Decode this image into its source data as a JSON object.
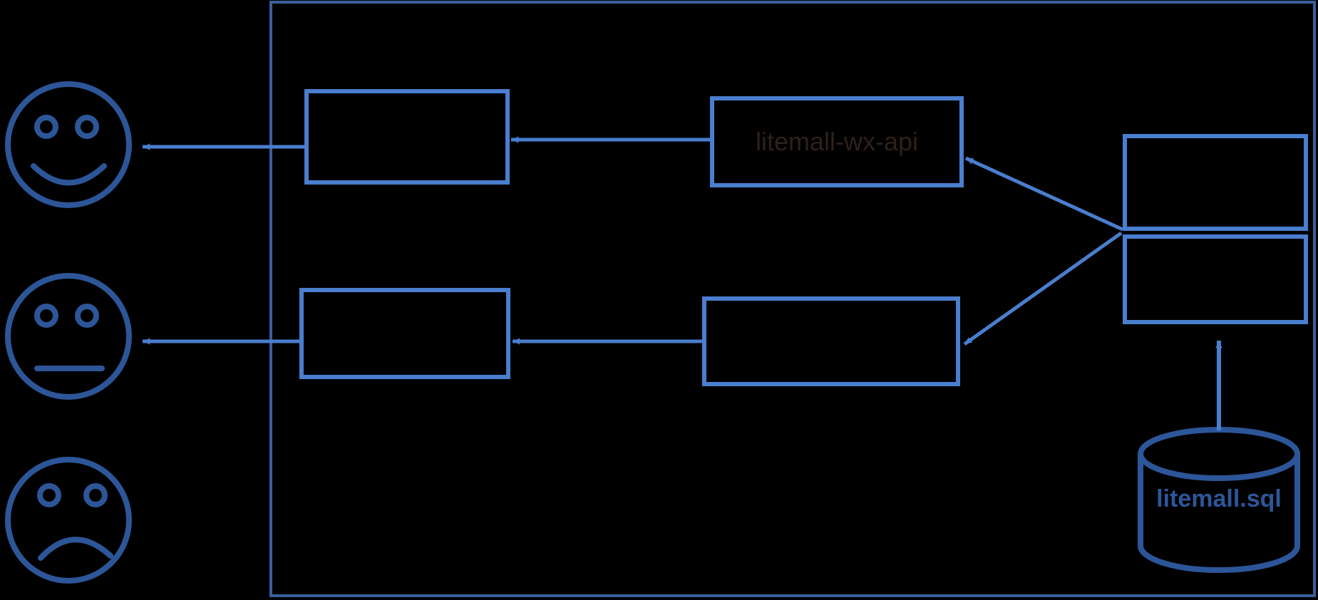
{
  "diagram": {
    "type": "architecture-diagram",
    "background_color": "#000000",
    "colors": {
      "box_stroke": "#4a7ece",
      "container_stroke": "#3a5f9e",
      "arrow": "#4a7ece",
      "face_stroke": "#2d5699",
      "db_stroke": "#2d5699",
      "db_label_text": "#2d5699",
      "dark_label_text": "#2a1f18"
    },
    "container": {
      "name": "system-boundary",
      "label": ""
    },
    "actors": [
      {
        "id": "actor-happy",
        "mood": "happy",
        "label": ""
      },
      {
        "id": "actor-neutral",
        "mood": "neutral",
        "label": ""
      },
      {
        "id": "actor-sad",
        "mood": "sad",
        "label": ""
      }
    ],
    "boxes": [
      {
        "id": "box-top-left",
        "label": "",
        "name": "frontend-box-top"
      },
      {
        "id": "box-top-middle",
        "label": "litemall-wx-api",
        "name": "litemall-wx-api-box"
      },
      {
        "id": "box-bottom-left",
        "label": "",
        "name": "frontend-box-bottom"
      },
      {
        "id": "box-bottom-middle",
        "label": "",
        "name": "api-box-bottom"
      },
      {
        "id": "box-right-top",
        "label": "",
        "name": "service-box-top"
      },
      {
        "id": "box-right-bottom",
        "label": "",
        "name": "service-box-bottom"
      }
    ],
    "database": {
      "id": "db-litemall",
      "label": "litemall.sql",
      "name": "litemall-sql-database"
    },
    "arrows": [
      {
        "id": "arrow-topleft-to-actor",
        "from": "box-top-left",
        "to": "actor-happy",
        "direction": "left"
      },
      {
        "id": "arrow-topmid-to-topleft",
        "from": "box-top-middle",
        "to": "box-top-left",
        "direction": "left"
      },
      {
        "id": "arrow-botleft-to-actor",
        "from": "box-bottom-left",
        "to": "actor-neutral",
        "direction": "left"
      },
      {
        "id": "arrow-botmid-to-botleft",
        "from": "box-bottom-middle",
        "to": "box-bottom-left",
        "direction": "left"
      },
      {
        "id": "arrow-right-to-topmid",
        "from": "box-right-group",
        "to": "box-top-middle",
        "direction": "up-left"
      },
      {
        "id": "arrow-right-to-botmid",
        "from": "box-right-group",
        "to": "box-bottom-middle",
        "direction": "down-left"
      },
      {
        "id": "arrow-db-to-right",
        "from": "db-litemall",
        "to": "box-right-bottom",
        "direction": "up"
      }
    ]
  }
}
